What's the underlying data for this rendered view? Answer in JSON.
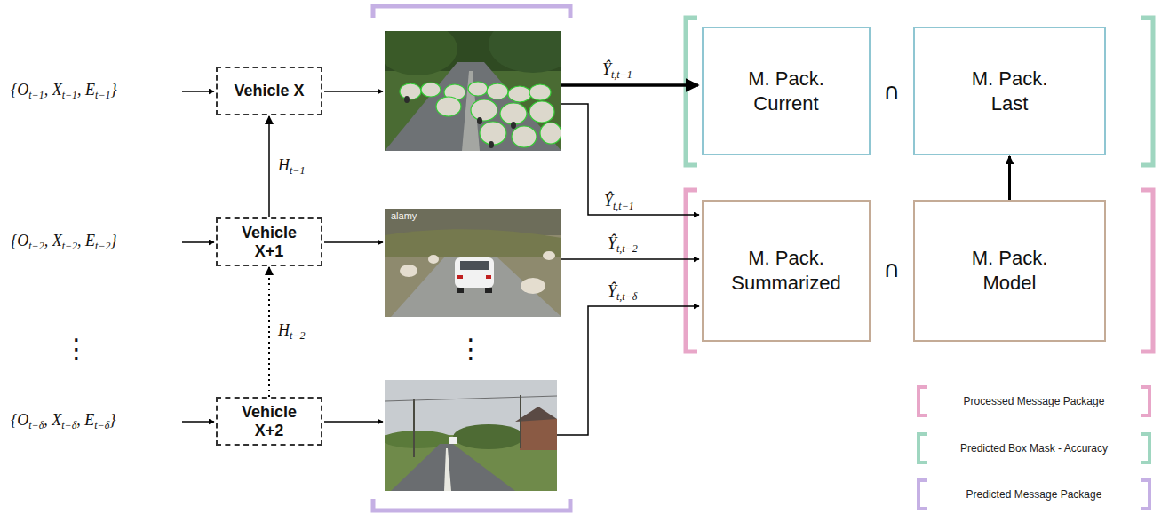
{
  "diagram": {
    "nodes": [
      {
        "text": [
          "Vehicle X"
        ]
      },
      {
        "text": [
          "Vehicle X+1"
        ]
      },
      {
        "text": [
          "Vehicle X+2"
        ]
      },
      {
        "text": [
          "M. Pack. Current"
        ]
      },
      {
        "text": [
          "M. Pack. Last"
        ]
      },
      {
        "text": [
          "M. Pack. Summarized"
        ]
      },
      {
        "text": [
          "M. Pack. Model"
        ]
      }
    ],
    "edges": [
      {
        "from": 1,
        "to": 0,
        "arrow": "to",
        "label": "Ht−1"
      },
      {
        "from": 2,
        "to": 1,
        "arrow": "to",
        "label": "Ht−2"
      },
      {
        "from": 6,
        "to": 4,
        "arrow": "to"
      }
    ],
    "labels": [
      "{Ot−1, Xt−1, Et−1}",
      "{Ot−2, Xt−2, Et−2}",
      "⋮",
      "{Ot−δ, Xt−δ, Et−δ}",
      "⋮",
      "alamy",
      "Ŷt,t−1",
      "Ŷt,t−1",
      "Ŷt,t−2",
      "Ŷt,t−δ",
      "∩",
      "∩"
    ],
    "legend": [
      {
        "text": "Processed Message Package",
        "color": "#e8a6c8"
      },
      {
        "text": "Predicted Box Mask - Accuracy",
        "color": "#9fd6c0"
      },
      {
        "text": "Predicted Message Package",
        "color": "#c5b0e4"
      }
    ]
  }
}
